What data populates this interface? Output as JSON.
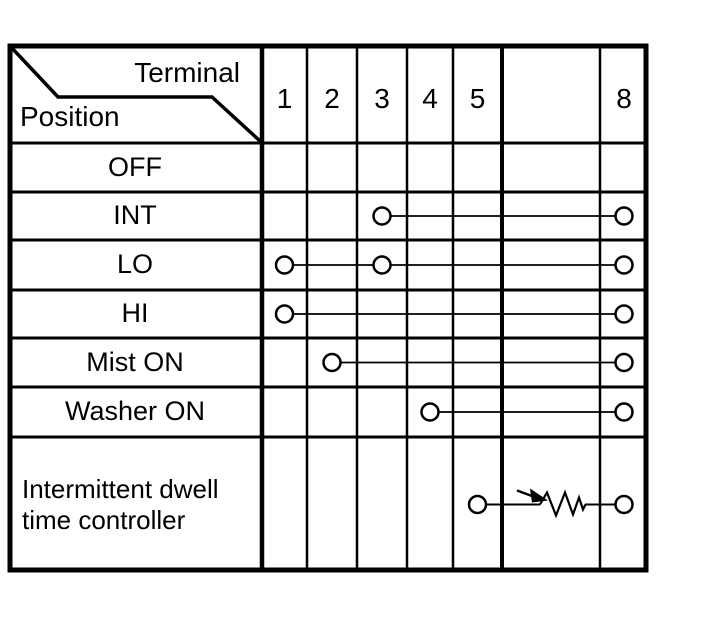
{
  "table": {
    "header": {
      "terminal_label": "Terminal",
      "position_label": "Position"
    },
    "columns": [
      {
        "id": "1",
        "label": "1"
      },
      {
        "id": "2",
        "label": "2"
      },
      {
        "id": "3",
        "label": "3"
      },
      {
        "id": "4",
        "label": "4"
      },
      {
        "id": "5",
        "label": "5"
      },
      {
        "id": "blank",
        "label": ""
      },
      {
        "id": "8",
        "label": "8"
      }
    ],
    "rows": [
      {
        "label": "OFF",
        "circles": [],
        "line": null,
        "symbol": null
      },
      {
        "label": "INT",
        "circles": [
          "3",
          "8"
        ],
        "line": [
          "3",
          "8"
        ],
        "symbol": null
      },
      {
        "label": "LO",
        "circles": [
          "1",
          "3",
          "8"
        ],
        "line": [
          "1",
          "8"
        ],
        "symbol": null
      },
      {
        "label": "HI",
        "circles": [
          "1",
          "8"
        ],
        "line": [
          "1",
          "8"
        ],
        "symbol": null
      },
      {
        "label": "Mist ON",
        "circles": [
          "2",
          "8"
        ],
        "line": [
          "2",
          "8"
        ],
        "symbol": null
      },
      {
        "label": "Washer ON",
        "circles": [
          "4",
          "8"
        ],
        "line": [
          "4",
          "8"
        ],
        "symbol": null
      },
      {
        "label": "Intermittent dwell\ntime controller",
        "circles": [
          "5",
          "8"
        ],
        "line": [
          "5",
          "8"
        ],
        "symbol": "variable-resistor"
      }
    ]
  },
  "colors": {
    "ink": "#000000",
    "background": "#ffffff"
  }
}
